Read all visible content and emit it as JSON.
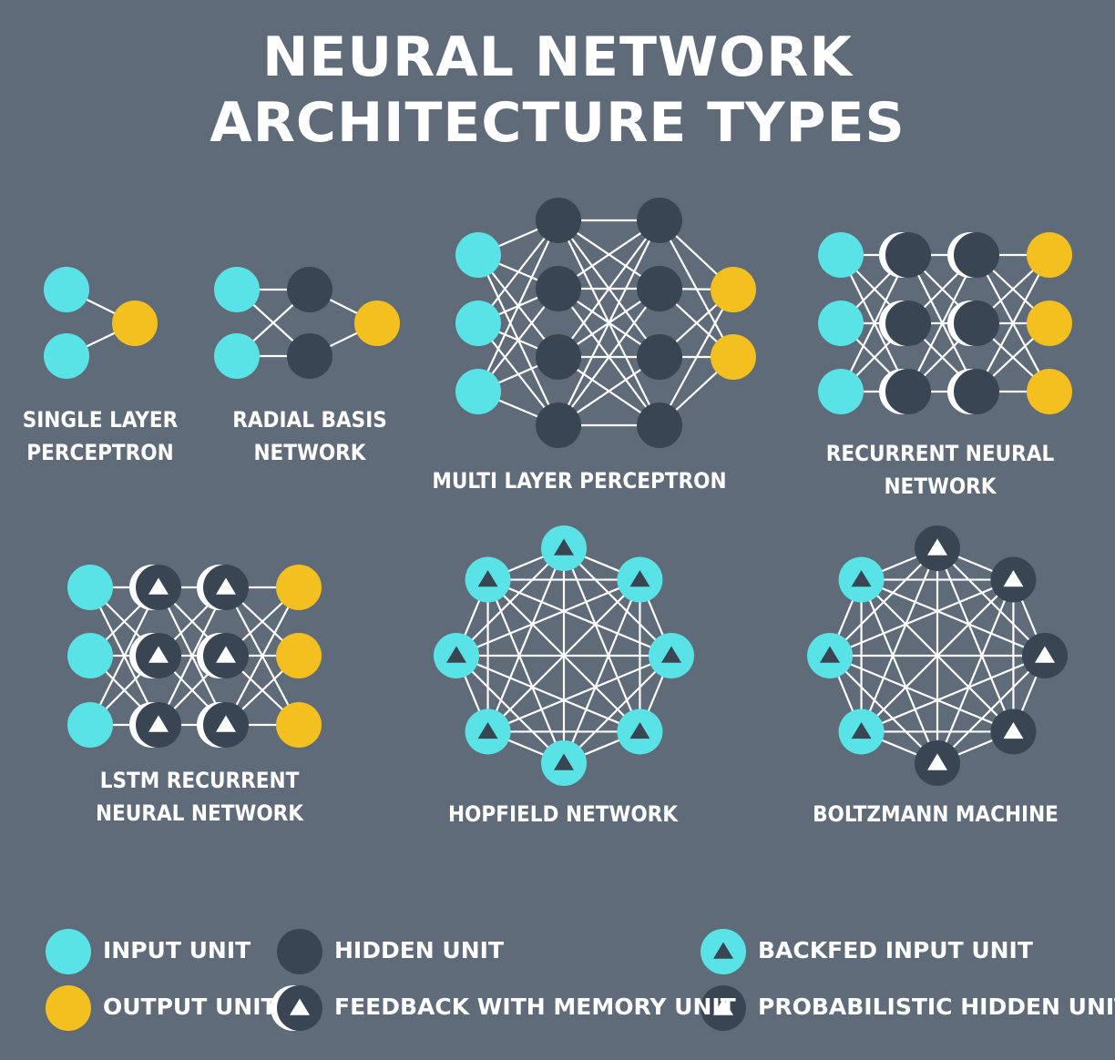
{
  "title": {
    "line1": "NEURAL NETWORK",
    "line2": "ARCHITECTURE TYPES"
  },
  "colors": {
    "background": "#5f6b79",
    "input": "#5ae3e6",
    "output": "#f3c01f",
    "hidden": "#394553",
    "edge": "#ffffff",
    "text": "#ffffff"
  },
  "diagrams": [
    {
      "id": "single-layer-perceptron",
      "label_lines": [
        "SINGLE LAYER",
        "PERCEPTRON"
      ]
    },
    {
      "id": "radial-basis-network",
      "label_lines": [
        "RADIAL BASIS",
        "NETWORK"
      ]
    },
    {
      "id": "multi-layer-perceptron",
      "label_lines": [
        "MULTI LAYER PERCEPTRON"
      ]
    },
    {
      "id": "recurrent-neural-network",
      "label_lines": [
        "RECURRENT NEURAL",
        "NETWORK"
      ]
    },
    {
      "id": "lstm-recurrent-neural-network",
      "label_lines": [
        "LSTM RECURRENT",
        "NEURAL NETWORK"
      ]
    },
    {
      "id": "hopfield-network",
      "label_lines": [
        "HOPFIELD NETWORK"
      ]
    },
    {
      "id": "boltzmann-machine",
      "label_lines": [
        "BOLTZMANN MACHINE"
      ]
    }
  ],
  "legend": [
    {
      "icon": "input-unit-icon",
      "label": "INPUT UNIT"
    },
    {
      "icon": "output-unit-icon",
      "label": "OUTPUT UNIT"
    },
    {
      "icon": "hidden-unit-icon",
      "label": "HIDDEN UNIT"
    },
    {
      "icon": "feedback-memory-unit-icon",
      "label": "FEEDBACK WITH MEMORY UNIT"
    },
    {
      "icon": "backfed-input-unit-icon",
      "label": "BACKFED INPUT UNIT"
    },
    {
      "icon": "probabilistic-hidden-unit-icon",
      "label": "PROBABILISTIC HIDDEN UNIT"
    }
  ]
}
